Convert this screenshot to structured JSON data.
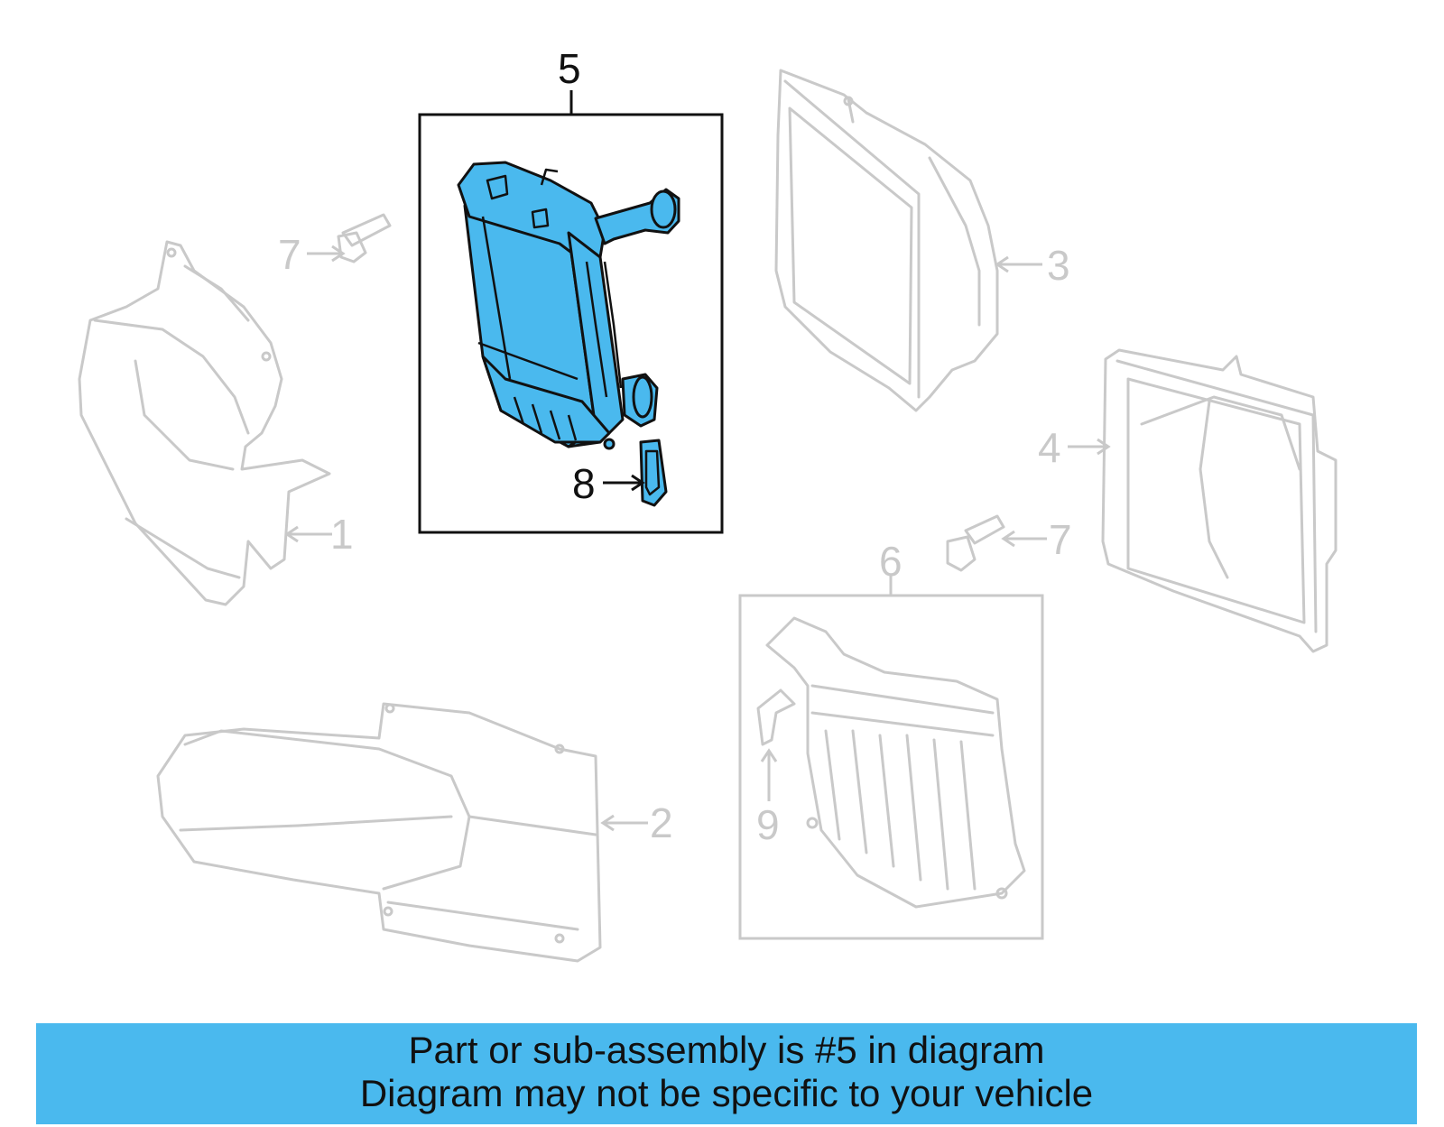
{
  "callouts": {
    "c1": "1",
    "c2": "2",
    "c3": "3",
    "c4": "4",
    "c5": "5",
    "c6": "6",
    "c7a": "7",
    "c7b": "7",
    "c8": "8",
    "c9": "9"
  },
  "highlight_color": "#4ab9ee",
  "banner": {
    "line1": "Part or sub-assembly is #5 in diagram",
    "line2": "Diagram may not be specific to your vehicle"
  }
}
